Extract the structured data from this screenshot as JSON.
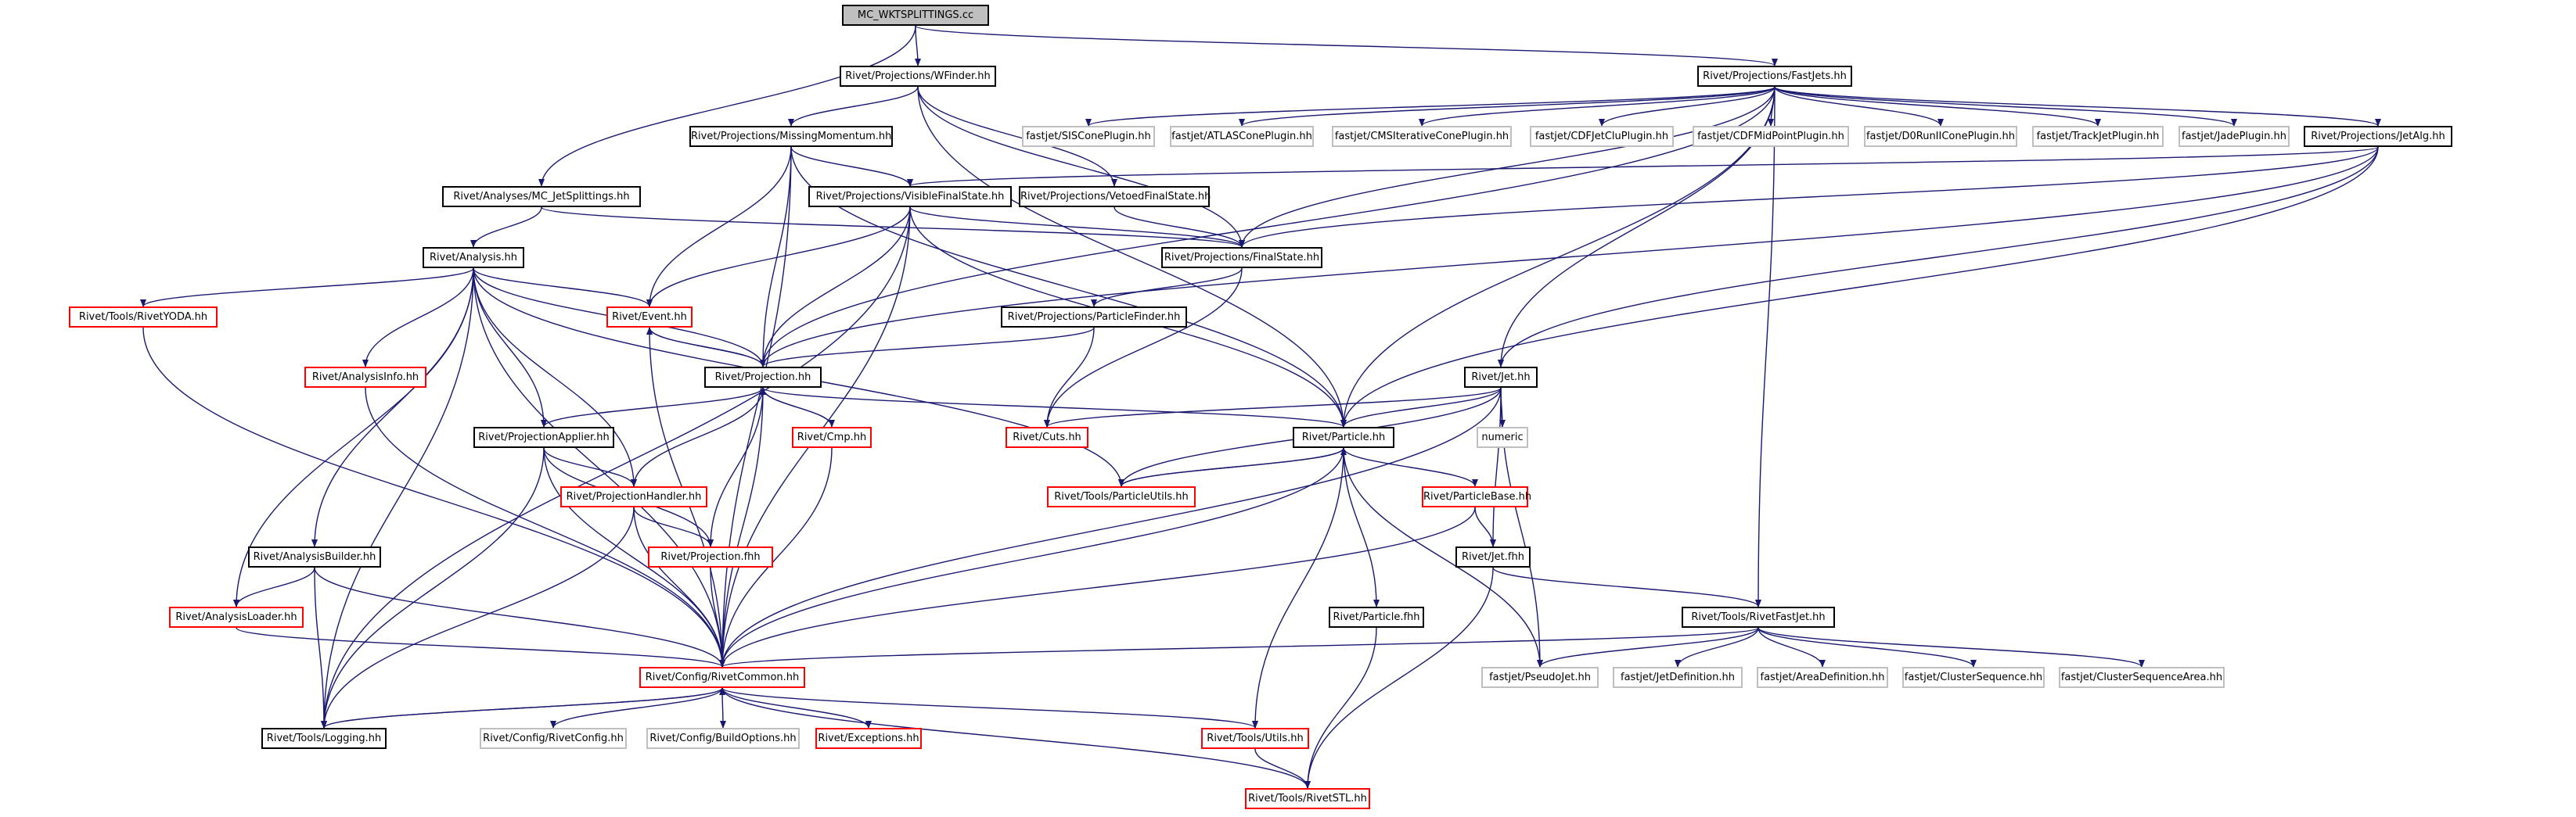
{
  "colors": {
    "edge": "#191970",
    "node_border": "#000000",
    "incomplete_border": "#ff0000",
    "external_border": "#bfbfbf",
    "root_fill": "#bfbfbf"
  },
  "nodes": {
    "root": "MC_WKTSPLITTINGS.cc",
    "wfinder": "Rivet/Projections/WFinder.hh",
    "fastjets": "Rivet/Projections/FastJets.hh",
    "missingmomentum": "Rivet/Projections/MissingMomentum.hh",
    "fj_siscone": "fastjet/SISConePlugin.hh",
    "fj_atlascone": "fastjet/ATLASConePlugin.hh",
    "fj_cmsiterative": "fastjet/CMSIterativeConePlugin.hh",
    "fj_cdfjetclu": "fastjet/CDFJetCluPlugin.hh",
    "fj_cdfmidpoint": "fastjet/CDFMidPointPlugin.hh",
    "fj_d0runii": "fastjet/D0RunIIConePlugin.hh",
    "fj_trackjet": "fastjet/TrackJetPlugin.hh",
    "fj_jade": "fastjet/JadePlugin.hh",
    "jetalg": "Rivet/Projections/JetAlg.hh",
    "mc_jetsplittings": "Rivet/Analyses/MC_JetSplittings.hh",
    "visiblefinalstate": "Rivet/Projections/VisibleFinalState.hh",
    "vetoedfinalstate": "Rivet/Projections/VetoedFinalState.hh",
    "analysis": "Rivet/Analysis.hh",
    "finalstate": "Rivet/Projections/FinalState.hh",
    "rivetyoda": "Rivet/Tools/RivetYODA.hh",
    "event": "Rivet/Event.hh",
    "particlefinder": "Rivet/Projections/ParticleFinder.hh",
    "analysisinfo": "Rivet/AnalysisInfo.hh",
    "projection": "Rivet/Projection.hh",
    "jet": "Rivet/Jet.hh",
    "cmp": "Rivet/Cmp.hh",
    "cuts": "Rivet/Cuts.hh",
    "numeric": "numeric",
    "particle": "Rivet/Particle.hh",
    "projectionapplier": "Rivet/ProjectionApplier.hh",
    "particleutils": "Rivet/Tools/ParticleUtils.hh",
    "particlebase": "Rivet/ParticleBase.hh",
    "projectionhandler": "Rivet/ProjectionHandler.hh",
    "analysisbuilder": "Rivet/AnalysisBuilder.hh",
    "projectionfhh": "Rivet/Projection.fhh",
    "jetfhh": "Rivet/Jet.fhh",
    "analysisloader": "Rivet/AnalysisLoader.hh",
    "particlefhh": "Rivet/Particle.fhh",
    "rivetfastjet": "Rivet/Tools/RivetFastJet.hh",
    "rivetcommon": "Rivet/Config/RivetCommon.hh",
    "pseudojet": "fastjet/PseudoJet.hh",
    "jetdefinition": "fastjet/JetDefinition.hh",
    "areadefinition": "fastjet/AreaDefinition.hh",
    "clustersequence": "fastjet/ClusterSequence.hh",
    "clustersequencearea": "fastjet/ClusterSequenceArea.hh",
    "logging": "Rivet/Tools/Logging.hh",
    "rivetconfig": "Rivet/Config/RivetConfig.hh",
    "buildoptions": "Rivet/Config/BuildOptions.hh",
    "exceptions": "Rivet/Exceptions.hh",
    "utils": "Rivet/Tools/Utils.hh",
    "rivetstl": "Rivet/Tools/RivetSTL.hh"
  }
}
